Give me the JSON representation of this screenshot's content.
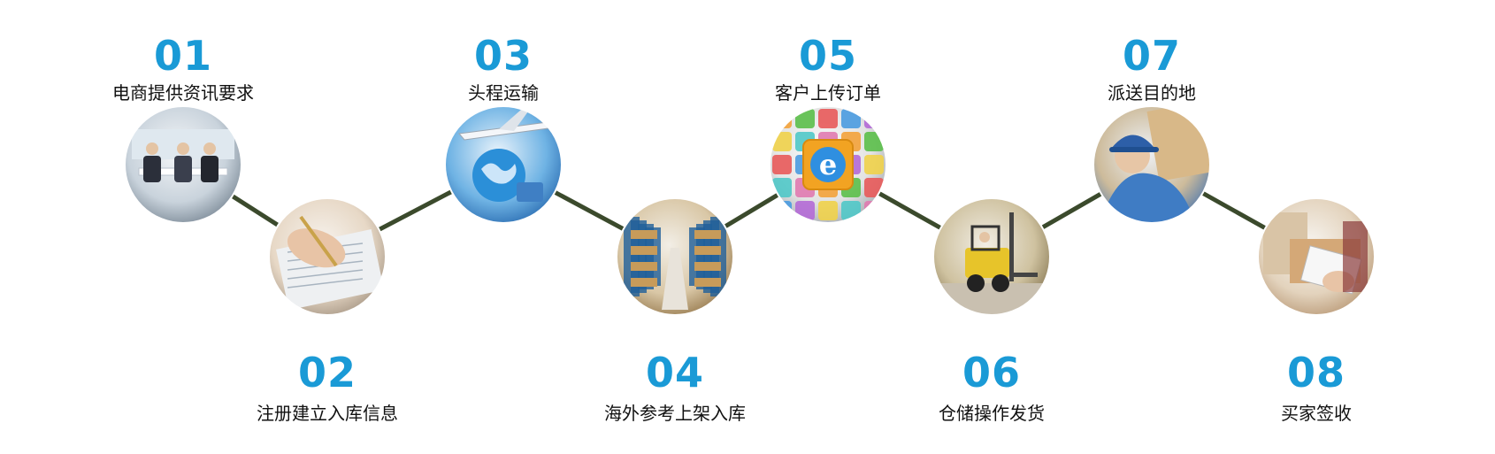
{
  "accent_color": "#1a9ad6",
  "connector_color": "#3b4a2c",
  "steps": [
    {
      "number": "01",
      "label": "电商提供资讯要求",
      "image": "office-meeting-photo"
    },
    {
      "number": "02",
      "label": "注册建立入库信息",
      "image": "signing-form-photo"
    },
    {
      "number": "03",
      "label": "头程运输",
      "image": "airplane-globe-photo"
    },
    {
      "number": "04",
      "label": "海外参考上架入库",
      "image": "warehouse-shelves-photo"
    },
    {
      "number": "05",
      "label": "客户上传订单",
      "image": "browser-apps-photo"
    },
    {
      "number": "06",
      "label": "仓储操作发货",
      "image": "forklift-photo"
    },
    {
      "number": "07",
      "label": "派送目的地",
      "image": "courier-box-photo"
    },
    {
      "number": "08",
      "label": "买家签收",
      "image": "signing-receipt-photo"
    }
  ]
}
